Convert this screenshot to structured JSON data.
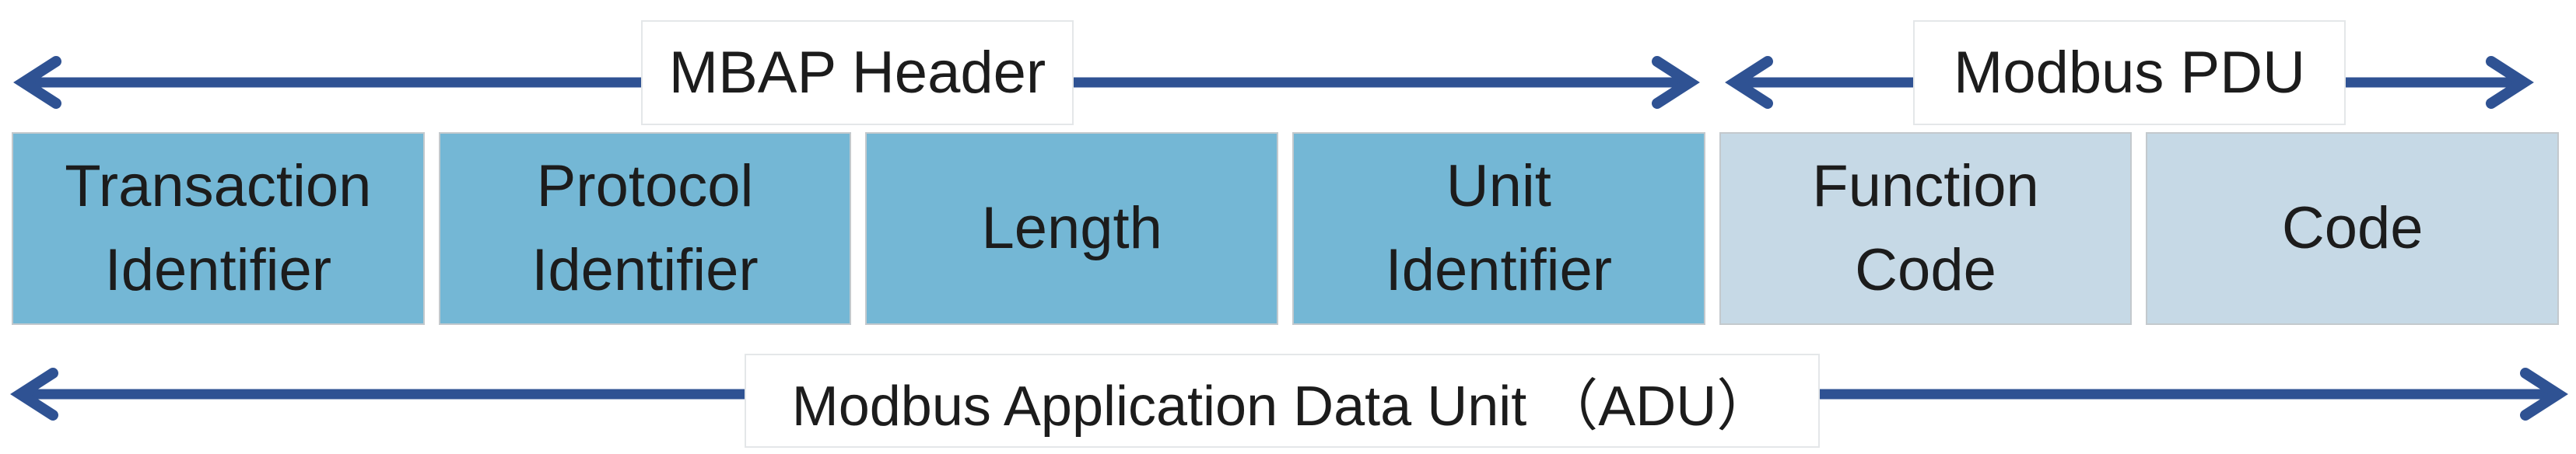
{
  "header_arrows": {
    "mbap": "MBAP Header",
    "pdu": "Modbus PDU"
  },
  "fields": [
    {
      "label": "Transaction\nIdentifier",
      "tone": "dark"
    },
    {
      "label": "Protocol\nIdentifier",
      "tone": "dark"
    },
    {
      "label": "Length",
      "tone": "dark"
    },
    {
      "label": "Unit\nIdentifier",
      "tone": "dark"
    },
    {
      "label": "Function\nCode",
      "tone": "light"
    },
    {
      "label": "Code",
      "tone": "light"
    }
  ],
  "footer_arrow": {
    "label": "Modbus Application Data Unit （ADU）"
  },
  "colors": {
    "field_dark": "#74B7D5",
    "field_light": "#C6D9E6",
    "arrow_blue": "#2F5293",
    "text": "#1c1c1c",
    "background": "#ffffff"
  }
}
